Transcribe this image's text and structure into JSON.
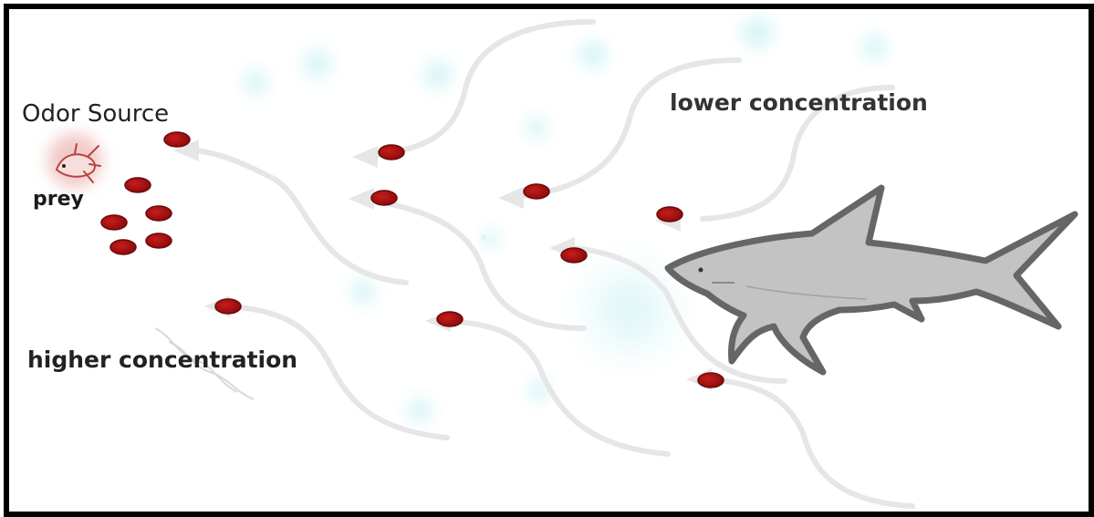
{
  "labels": {
    "odor_source": "Odor Source",
    "prey": "prey",
    "lower_concentration": "lower concentration",
    "higher_concentration": "higher concentration"
  },
  "colors": {
    "frame": "#000000",
    "current_arrow": "#e6e6e6",
    "odor_particle": "#b01414",
    "odor_particle_edge": "#6a0a0a",
    "water_tint": "#bfeef2",
    "shark_body": "#c3c3c3",
    "shark_outline": "#666666",
    "prey_glow": "#f3c9c9"
  },
  "icons": {
    "predator": "shark-icon",
    "prey": "prey-fish-icon"
  }
}
